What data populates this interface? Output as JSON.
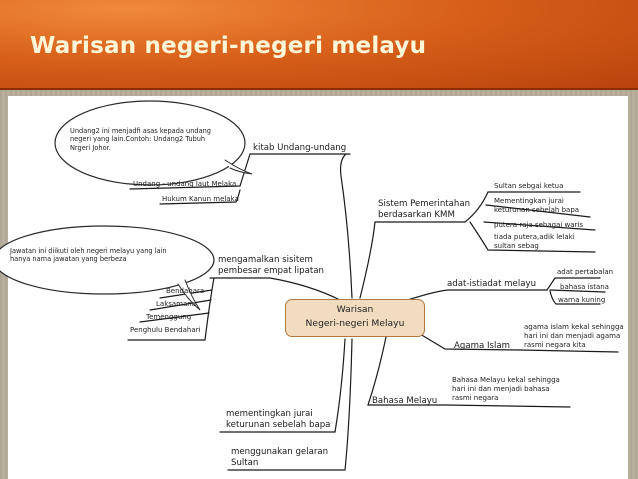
{
  "title": "Warisan negeri-negeri melayu",
  "center": {
    "line1": "Warisan",
    "line2": "Negeri-negeri Melayu"
  },
  "bubbles": {
    "top": [
      "Undang2 ini menjadfi asas kepada undang",
      "negeri yang lain.Contoh: Undang2 Tubuh",
      "Nrgeri Johor."
    ],
    "middle": [
      "Jawatan ini diikuti oleh negeri melayu yang lain",
      "hanya nama jawatan yang berbeza"
    ]
  },
  "branches": {
    "kitab": "kitab Undang-undang",
    "kitab_sub": [
      "Undang - undang laut Melaka",
      "Hukum Kanun melaka"
    ],
    "pembesar": [
      "mengamalkan sisitem",
      "pembesar empat lipatan"
    ],
    "pembesar_sub": [
      "Bendahara",
      "Laksamana",
      "Temenggung",
      "Penghulu Bendahari"
    ],
    "jurai": [
      "mementingkan jurai",
      "keturunan sebelah bapa"
    ],
    "gelaran": [
      "menggunakan gelaran",
      "Sultan"
    ],
    "sistem": [
      "Sistem Pemerintahan",
      "berdasarkan KMM"
    ],
    "sistem_sub": [
      "Sultan sebgai ketua",
      "Mementingkan jurai",
      "keturunan sebelah bapa",
      "putera raja sebagai waris",
      "tiada putera,adik lelaki",
      "sultan sebag"
    ],
    "adat": "adat-istiadat melayu",
    "adat_sub": [
      "adat pertabalan",
      "bahasa istana",
      "warna kuning"
    ],
    "agama": "Agama Islam",
    "agama_sub": [
      "agama islam kekal sehingga",
      "hari ini dan menjadi agama",
      "rasmi negara kita"
    ],
    "bahasa": "Bahasa Melayu",
    "bahasa_sub": [
      "Bahasa Melayu kekal sehingga",
      "hari ini dan menjadi bahasa",
      "rasmi negara"
    ]
  }
}
